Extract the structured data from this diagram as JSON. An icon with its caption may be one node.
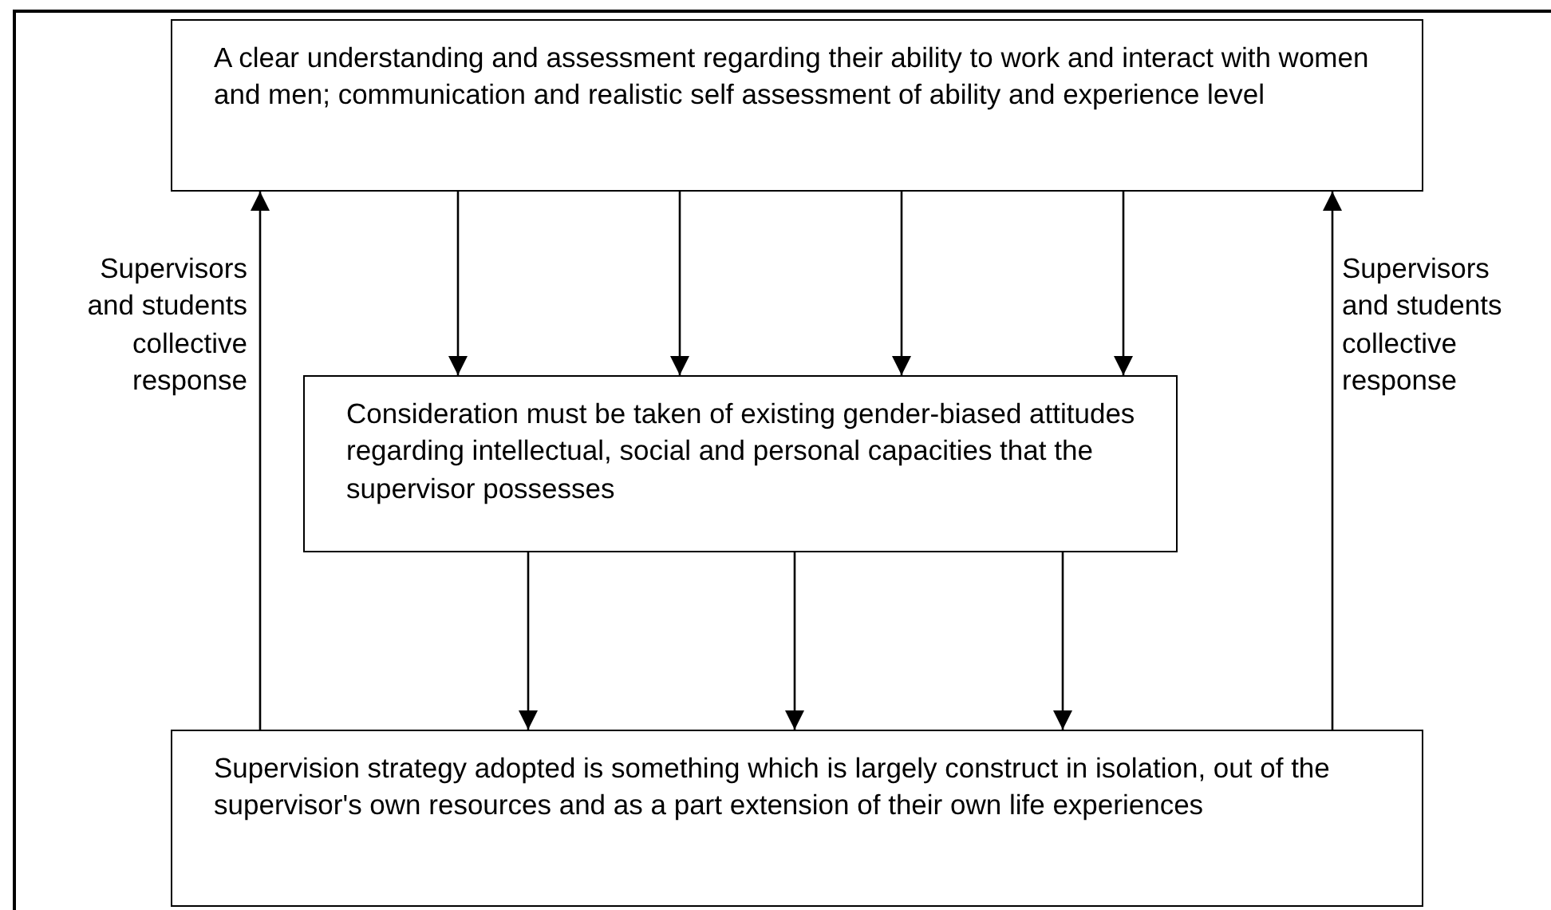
{
  "diagram": {
    "nodes": [
      {
        "text": [
          "A clear understanding and assessment regarding their ability to work and interact with women and men; communication and realistic self assessment of ability and experience level"
        ]
      },
      {
        "text": [
          "Consideration must be taken of existing gender-biased attitudes regarding intellectual, social and personal capacities that the supervisor possesses"
        ]
      },
      {
        "text": [
          "Supervision strategy adopted is something which is largely construct in isolation, out of the supervisor's own resources and as a part extension of their own life experiences"
        ]
      }
    ],
    "edges": [
      {
        "from": 0,
        "to": 1,
        "arrow": "to"
      },
      {
        "from": 0,
        "to": 1,
        "arrow": "to"
      },
      {
        "from": 0,
        "to": 1,
        "arrow": "to"
      },
      {
        "from": 0,
        "to": 1,
        "arrow": "to"
      },
      {
        "from": 1,
        "to": 2,
        "arrow": "to"
      },
      {
        "from": 1,
        "to": 2,
        "arrow": "to"
      },
      {
        "from": 1,
        "to": 2,
        "arrow": "to"
      },
      {
        "from": 2,
        "to": 0,
        "arrow": "to",
        "label": "Supervisors and students collective response"
      },
      {
        "from": 2,
        "to": 0,
        "arrow": "to",
        "label": "Supervisors and students collective response"
      }
    ]
  }
}
